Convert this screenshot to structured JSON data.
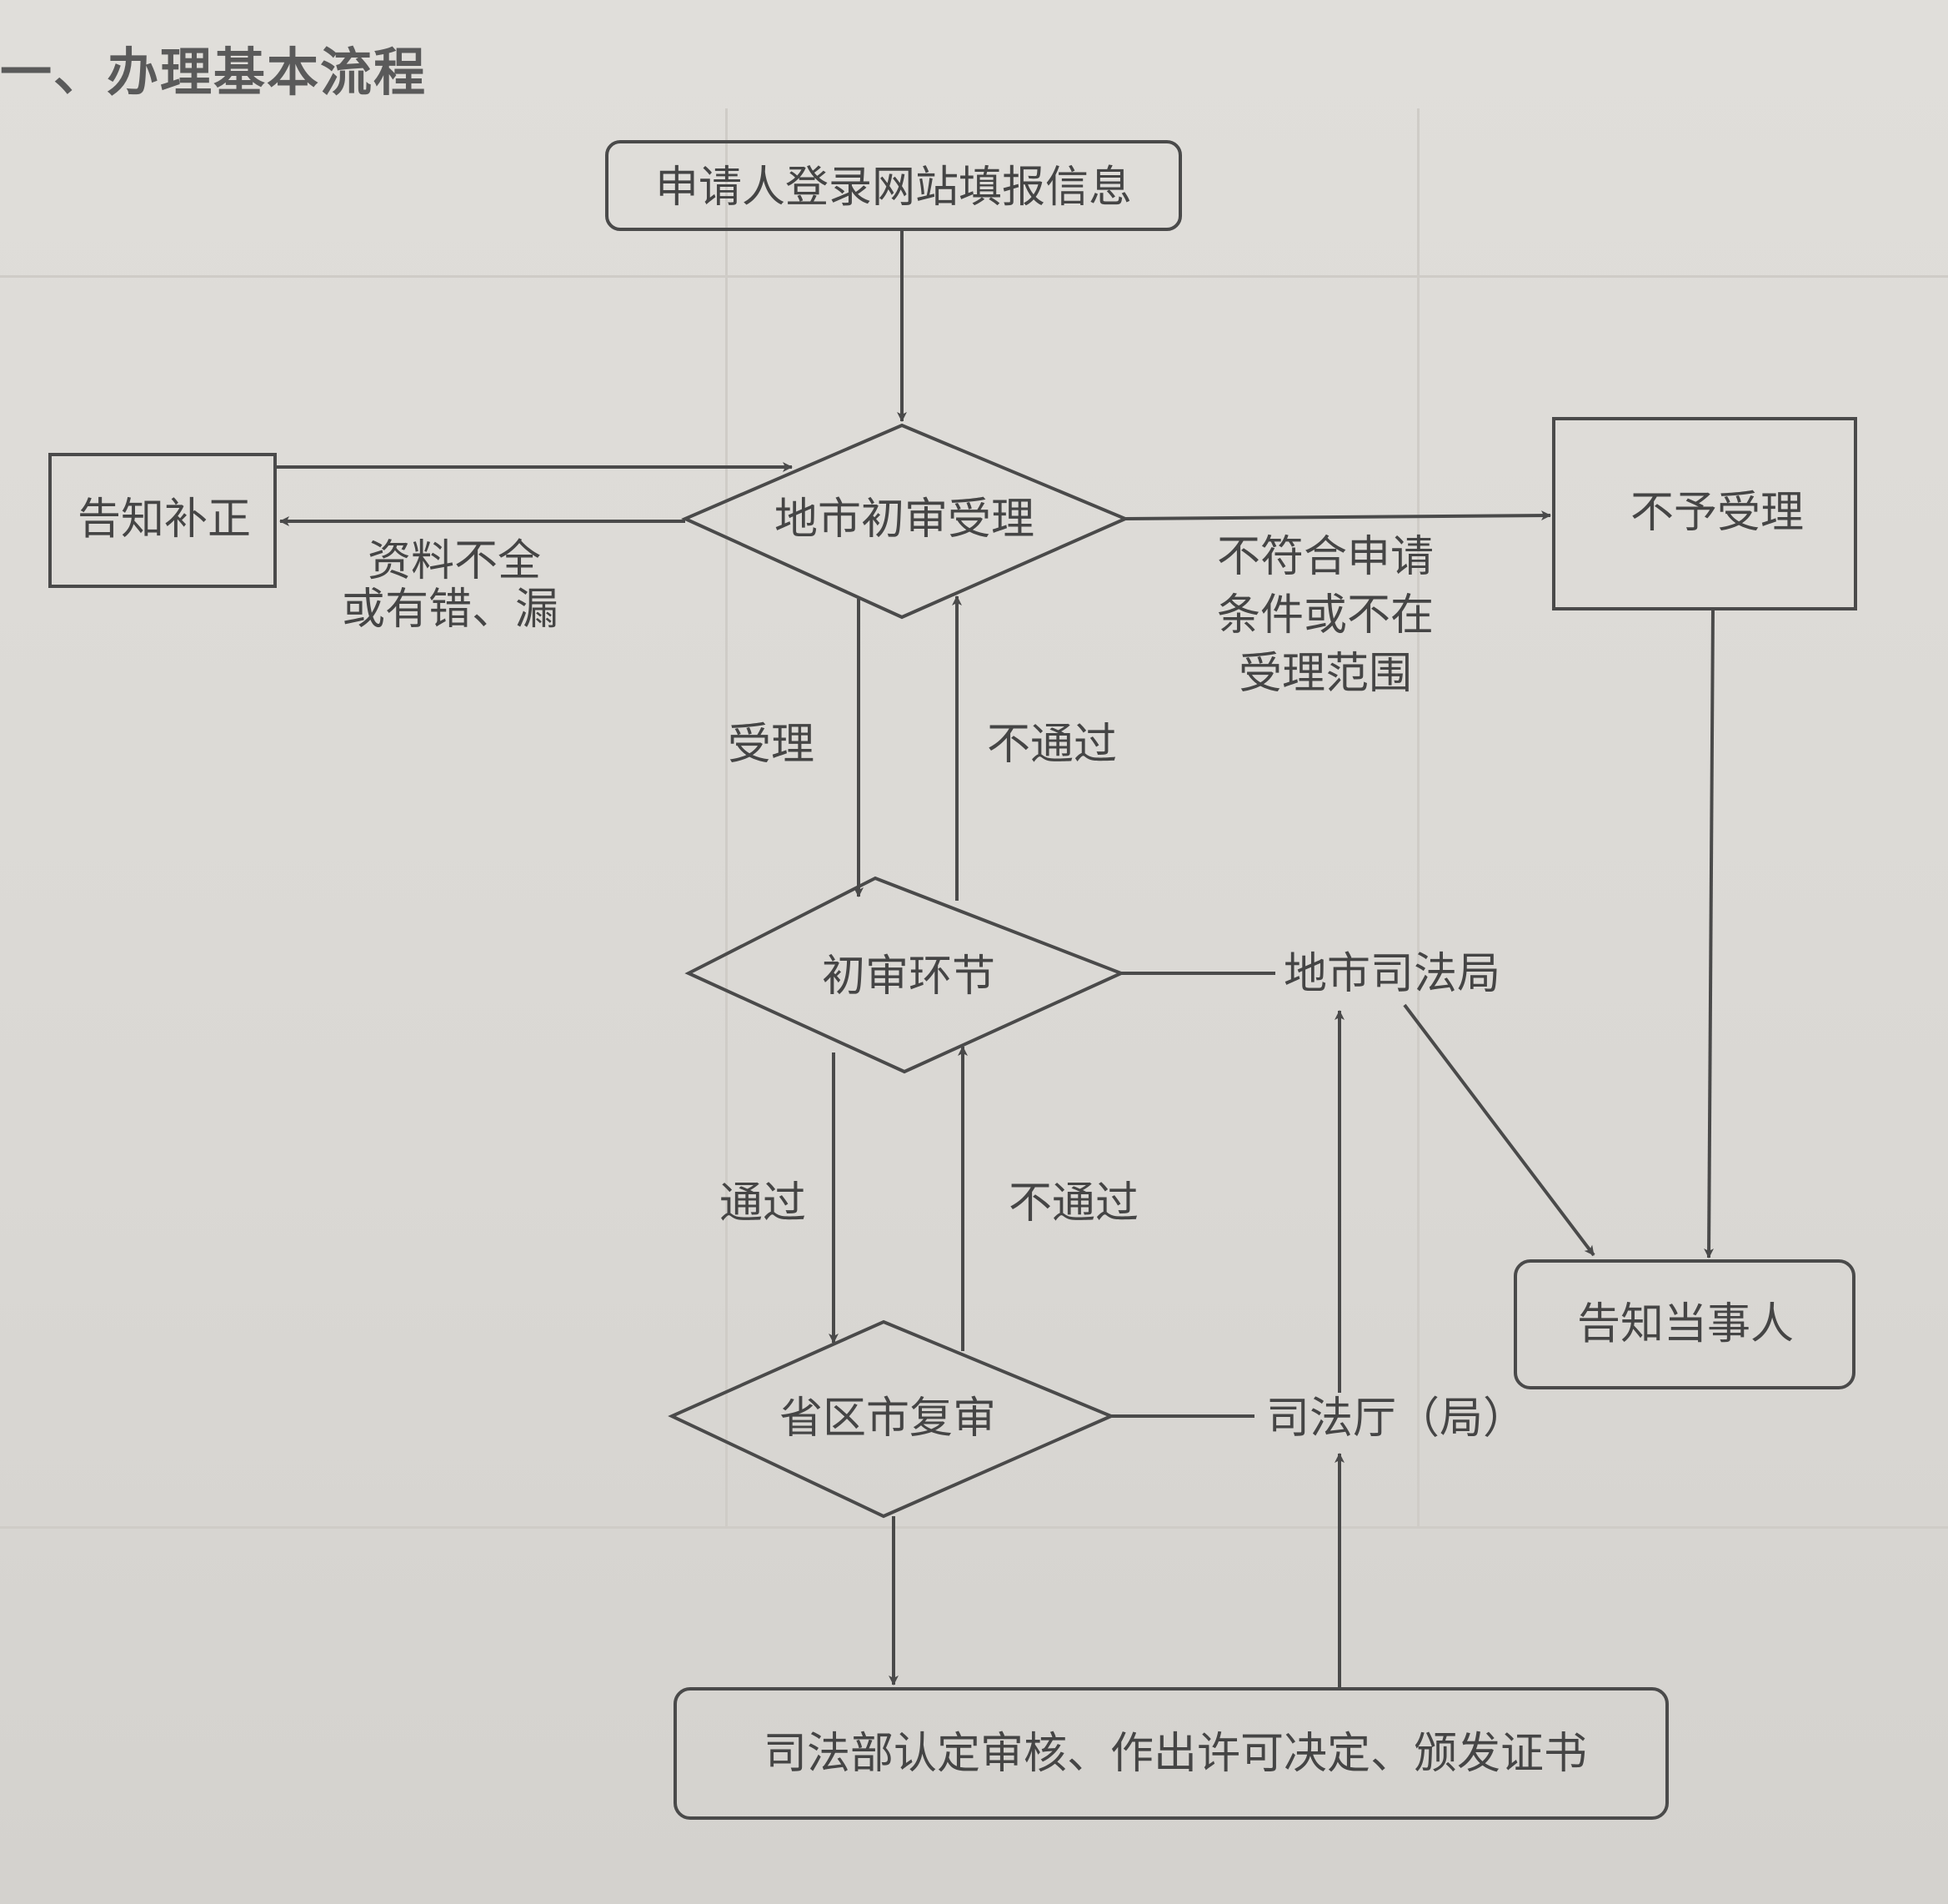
{
  "heading": "一、办理基本流程",
  "nodes": {
    "start": "申请人登录网站填报信息",
    "city_accept": "地市初审受理",
    "notify_fix": "告知补正",
    "reject": "不予受理",
    "initial_review": "初审环节",
    "province_review": "省区市复审",
    "notify_party": "告知当事人",
    "ministry": "司法部认定审核、作出许可决定、颁发证书"
  },
  "actors": {
    "city_bureau": "地市司法局",
    "province_dept": "司法厅（局）"
  },
  "edge_labels": {
    "incomplete_line1": "资料不全",
    "incomplete_line2": "或有错、漏",
    "ineligible_line1": "不符合申请",
    "ineligible_line2": "条件或不在",
    "ineligible_line3": "受理范围",
    "accept": "受理",
    "fail_1": "不通过",
    "pass": "通过",
    "fail_2": "不通过"
  }
}
